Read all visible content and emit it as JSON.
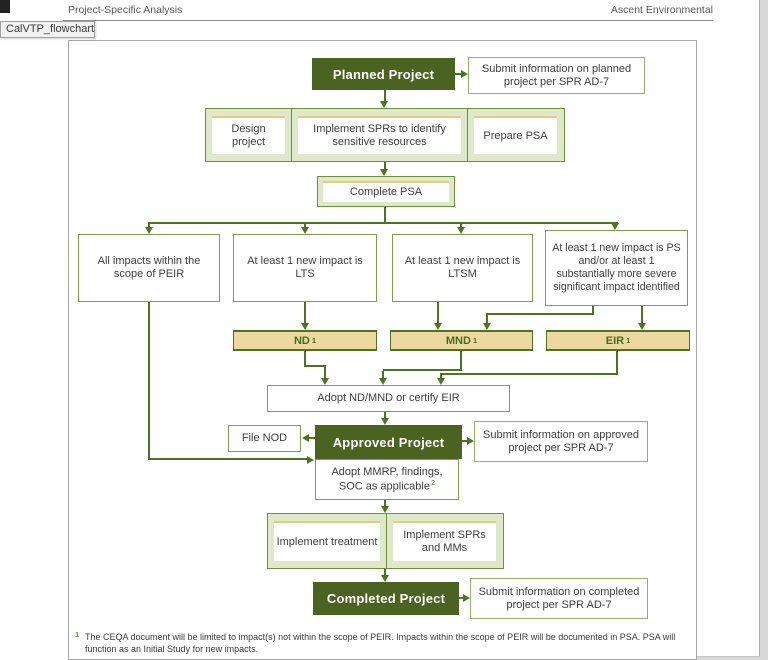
{
  "window": {
    "tab_label": "CalVTP_flowchart"
  },
  "header": {
    "doc_title": "Project-Specific Analysis",
    "doc_author": "Ascent Environmental"
  },
  "flowchart": {
    "planned_project": "Planned Project",
    "submit_planned": "Submit information on planned project per SPR AD-7",
    "prep_cells": [
      "Design project",
      "Implement SPRs to identify sensitive resources",
      "Prepare PSA"
    ],
    "complete_psa": "Complete PSA",
    "branches": [
      "All impacts within the scope of PEIR",
      "At least 1 new impact is LTS",
      "At least 1 new impact is LTSM",
      "At least 1 new impact is PS and/or at least 1 substantially more severe significant impact identified"
    ],
    "ceqa_docs": [
      {
        "label": "ND",
        "sup": "1"
      },
      {
        "label": "MND",
        "sup": "1"
      },
      {
        "label": "EIR",
        "sup": "1"
      }
    ],
    "adopt_certify": "Adopt ND/MND or certify EIR",
    "file_nod": "File NOD",
    "approved_project": "Approved Project",
    "submit_approved": "Submit information on approved project per SPR AD-7",
    "adopt_mmrp": "Adopt MMRP, findings, SOC as applicable",
    "adopt_mmrp_sup": "2",
    "implement_cells": [
      "Implement treatment",
      "Implement SPRs and MMs"
    ],
    "completed_project": "Completed Project",
    "submit_completed": "Submit information on completed project per SPR AD-7",
    "footnote_sup": "1",
    "footnote": "The CEQA document will be limited to impact(s) not within the scope of PEIR. Impacts within the scope of PEIR will be documented in PSA. PSA will function as an Initial Study for new impacts."
  },
  "colors": {
    "dark_green": "#4a6320",
    "line_green": "#4c7424",
    "container_fill": "#dfe9ca",
    "container_border": "#6e9038",
    "tan_fill": "#edd99f",
    "accent_yellow": "#e7cb7d",
    "box_border": "#7f9e52"
  }
}
